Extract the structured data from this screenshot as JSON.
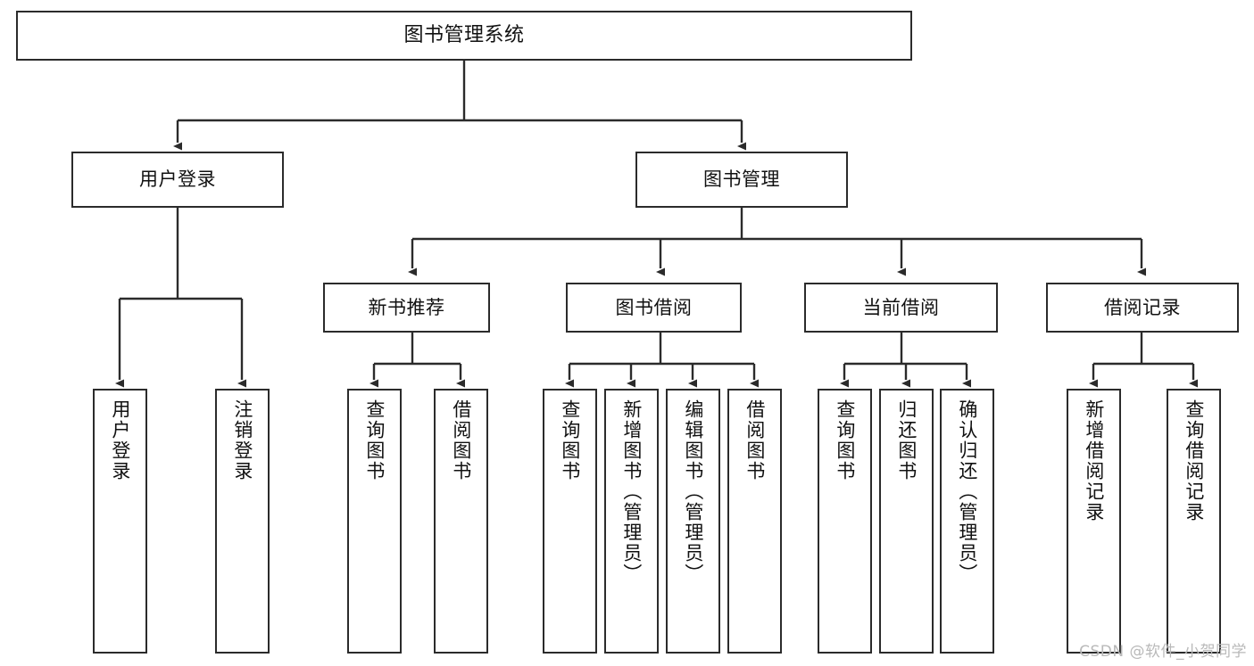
{
  "diagram": {
    "title": "图书管理系统",
    "type": "tree-hierarchy",
    "watermark": "CSDN @软件_小贺同学",
    "colors": {
      "stroke": "#2b2b2b",
      "fill": "#ffffff",
      "text": "#111111",
      "watermark": "#b9b9b9"
    },
    "nodes": {
      "root": {
        "label": "图书管理系统"
      },
      "level2": [
        {
          "label": "用户登录"
        },
        {
          "label": "图书管理"
        }
      ],
      "level3": [
        {
          "label": "新书推荐"
        },
        {
          "label": "图书借阅"
        },
        {
          "label": "当前借阅"
        },
        {
          "label": "借阅记录"
        }
      ],
      "leaves": {
        "user_login": [
          {
            "label": "用户登录"
          },
          {
            "label": "注销登录"
          }
        ],
        "new_book": [
          {
            "label": "查询图书"
          },
          {
            "label": "借阅图书"
          }
        ],
        "borrow_book": [
          {
            "label": "查询图书"
          },
          {
            "label": "新增图书（管理员）"
          },
          {
            "label": "编辑图书（管理员）"
          },
          {
            "label": "借阅图书"
          }
        ],
        "current_borrow": [
          {
            "label": "查询图书"
          },
          {
            "label": "归还图书"
          },
          {
            "label": "确认归还（管理员）"
          }
        ],
        "borrow_record": [
          {
            "label": "新增借阅记录"
          },
          {
            "label": "查询借阅记录"
          }
        ]
      }
    }
  }
}
